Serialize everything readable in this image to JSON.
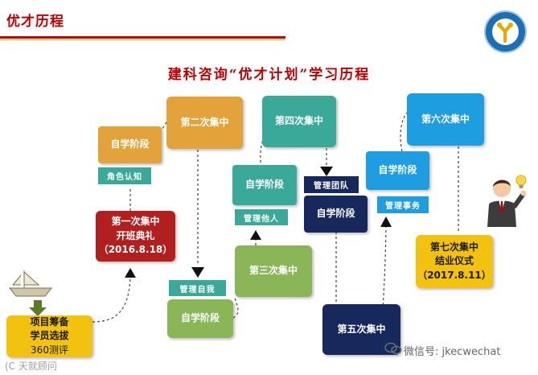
{
  "header": {
    "title": "优才历程"
  },
  "main_title": "建科咨询“优才计划”学习历程",
  "boxes": {
    "start": [
      "项目筹备",
      "学员选拔",
      "360测评"
    ],
    "self1": "自学阶段",
    "tag1": "角色认知",
    "first": [
      "第一次集中",
      "开班典礼",
      "（2016.8.18）"
    ],
    "second": "第二次集中",
    "tag2": "管理自我",
    "self2": "自学阶段",
    "fourth": "第四次集中",
    "self3": "自学阶段",
    "tag3": "管理他人",
    "third": "第三次集中",
    "tag4": "管理团队",
    "self4": "自学阶段",
    "fifth": "第五次集中",
    "self5": "自学阶段",
    "tag5": "管理事务",
    "sixth": "第六次集中",
    "seventh": [
      "第七次集中",
      "结业仪式",
      "（2017.8.11）"
    ]
  },
  "footer": {
    "brand": "(C 天就顾问",
    "wechat": "微信号: jkecwechat"
  },
  "colors": {
    "orange": "#e3a33a",
    "teal": "#3aa99a",
    "green": "#8bb657",
    "navy": "#17285c",
    "blue": "#1e9ee0",
    "red": "#b21f1f",
    "yellow": "#f3c20f",
    "title_red": "#c00000"
  }
}
